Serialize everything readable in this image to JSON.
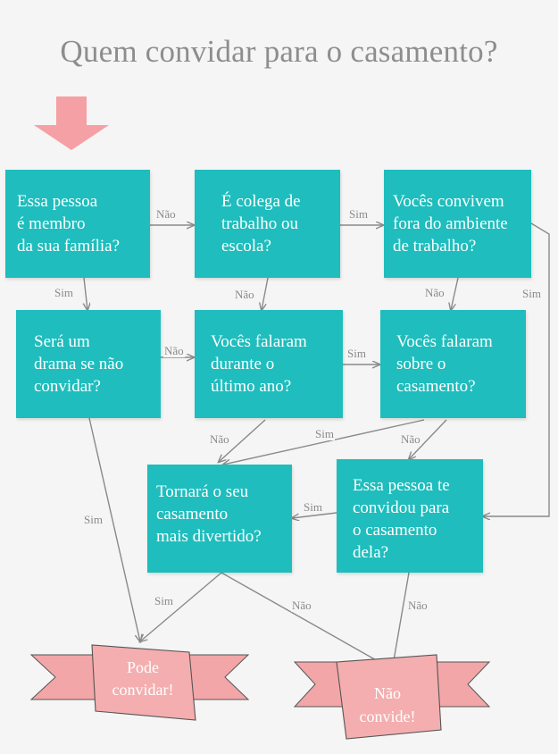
{
  "title": "Quem convidar para o casamento?",
  "colors": {
    "box": "#1fbdbd",
    "ribbon": "#f2a6a8",
    "arrow": "#8a8a8a",
    "start_arrow": "#f5a0a4"
  },
  "nodes": {
    "family": [
      "Essa pessoa",
      "é membro",
      "da sua família?"
    ],
    "colleague": [
      "É colega de",
      "trabalho ou",
      "escola?"
    ],
    "outside_work": [
      "Vocês convivem",
      "fora do ambiente",
      "de trabalho?"
    ],
    "drama": [
      "Será um",
      "drama se não",
      "convidar?"
    ],
    "talked_year": [
      "Vocês falaram",
      "durante o",
      "último ano?"
    ],
    "talked_wedding": [
      "Vocês falaram",
      "sobre o",
      "casamento?"
    ],
    "more_fun": [
      "Tornará o seu",
      "casamento",
      "mais divertido?"
    ],
    "invited_you": [
      "Essa pessoa te",
      "convidou para",
      "o casamento",
      "dela?"
    ]
  },
  "outcomes": {
    "invite": [
      "Pode",
      "convidar!"
    ],
    "dont_invite": [
      "Não",
      "convide!"
    ]
  },
  "edge_labels": {
    "nao": "Não",
    "sim": "Sim"
  }
}
